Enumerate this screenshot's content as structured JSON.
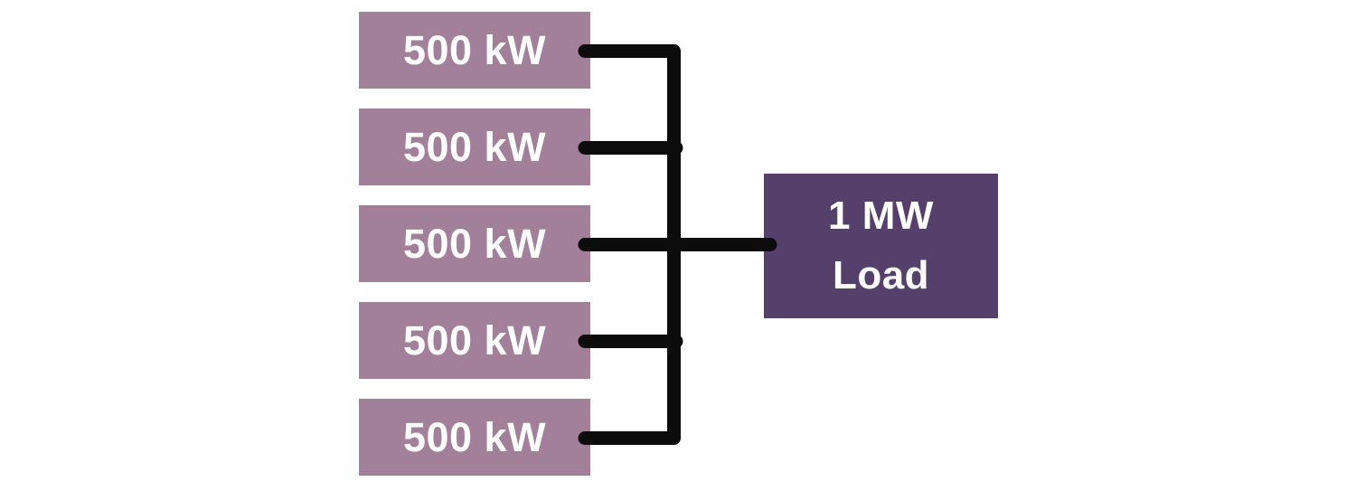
{
  "diagram": {
    "sources": [
      {
        "label": "500 kW"
      },
      {
        "label": "500 kW"
      },
      {
        "label": "500 kW"
      },
      {
        "label": "500 kW"
      },
      {
        "label": "500 kW"
      }
    ],
    "load": {
      "line1": "1 MW",
      "line2": "Load"
    }
  },
  "theme": {
    "colors": {
      "source_fill": "#a2809a",
      "load_fill": "#54406b",
      "connector": "#0c0c0c",
      "canvas_bg": "#ffffff",
      "label_text": "#ffffff"
    }
  }
}
